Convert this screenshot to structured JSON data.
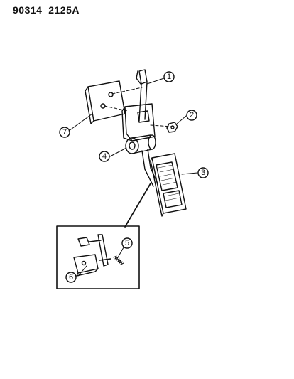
{
  "header": {
    "part_code": "90314",
    "figure_code": "2125A"
  },
  "callouts": [
    {
      "id": "c1",
      "label": "1"
    },
    {
      "id": "c2",
      "label": "2"
    },
    {
      "id": "c3",
      "label": "3"
    },
    {
      "id": "c4",
      "label": "4"
    },
    {
      "id": "c5",
      "label": "5"
    },
    {
      "id": "c6",
      "label": "6"
    },
    {
      "id": "c7",
      "label": "7"
    }
  ]
}
